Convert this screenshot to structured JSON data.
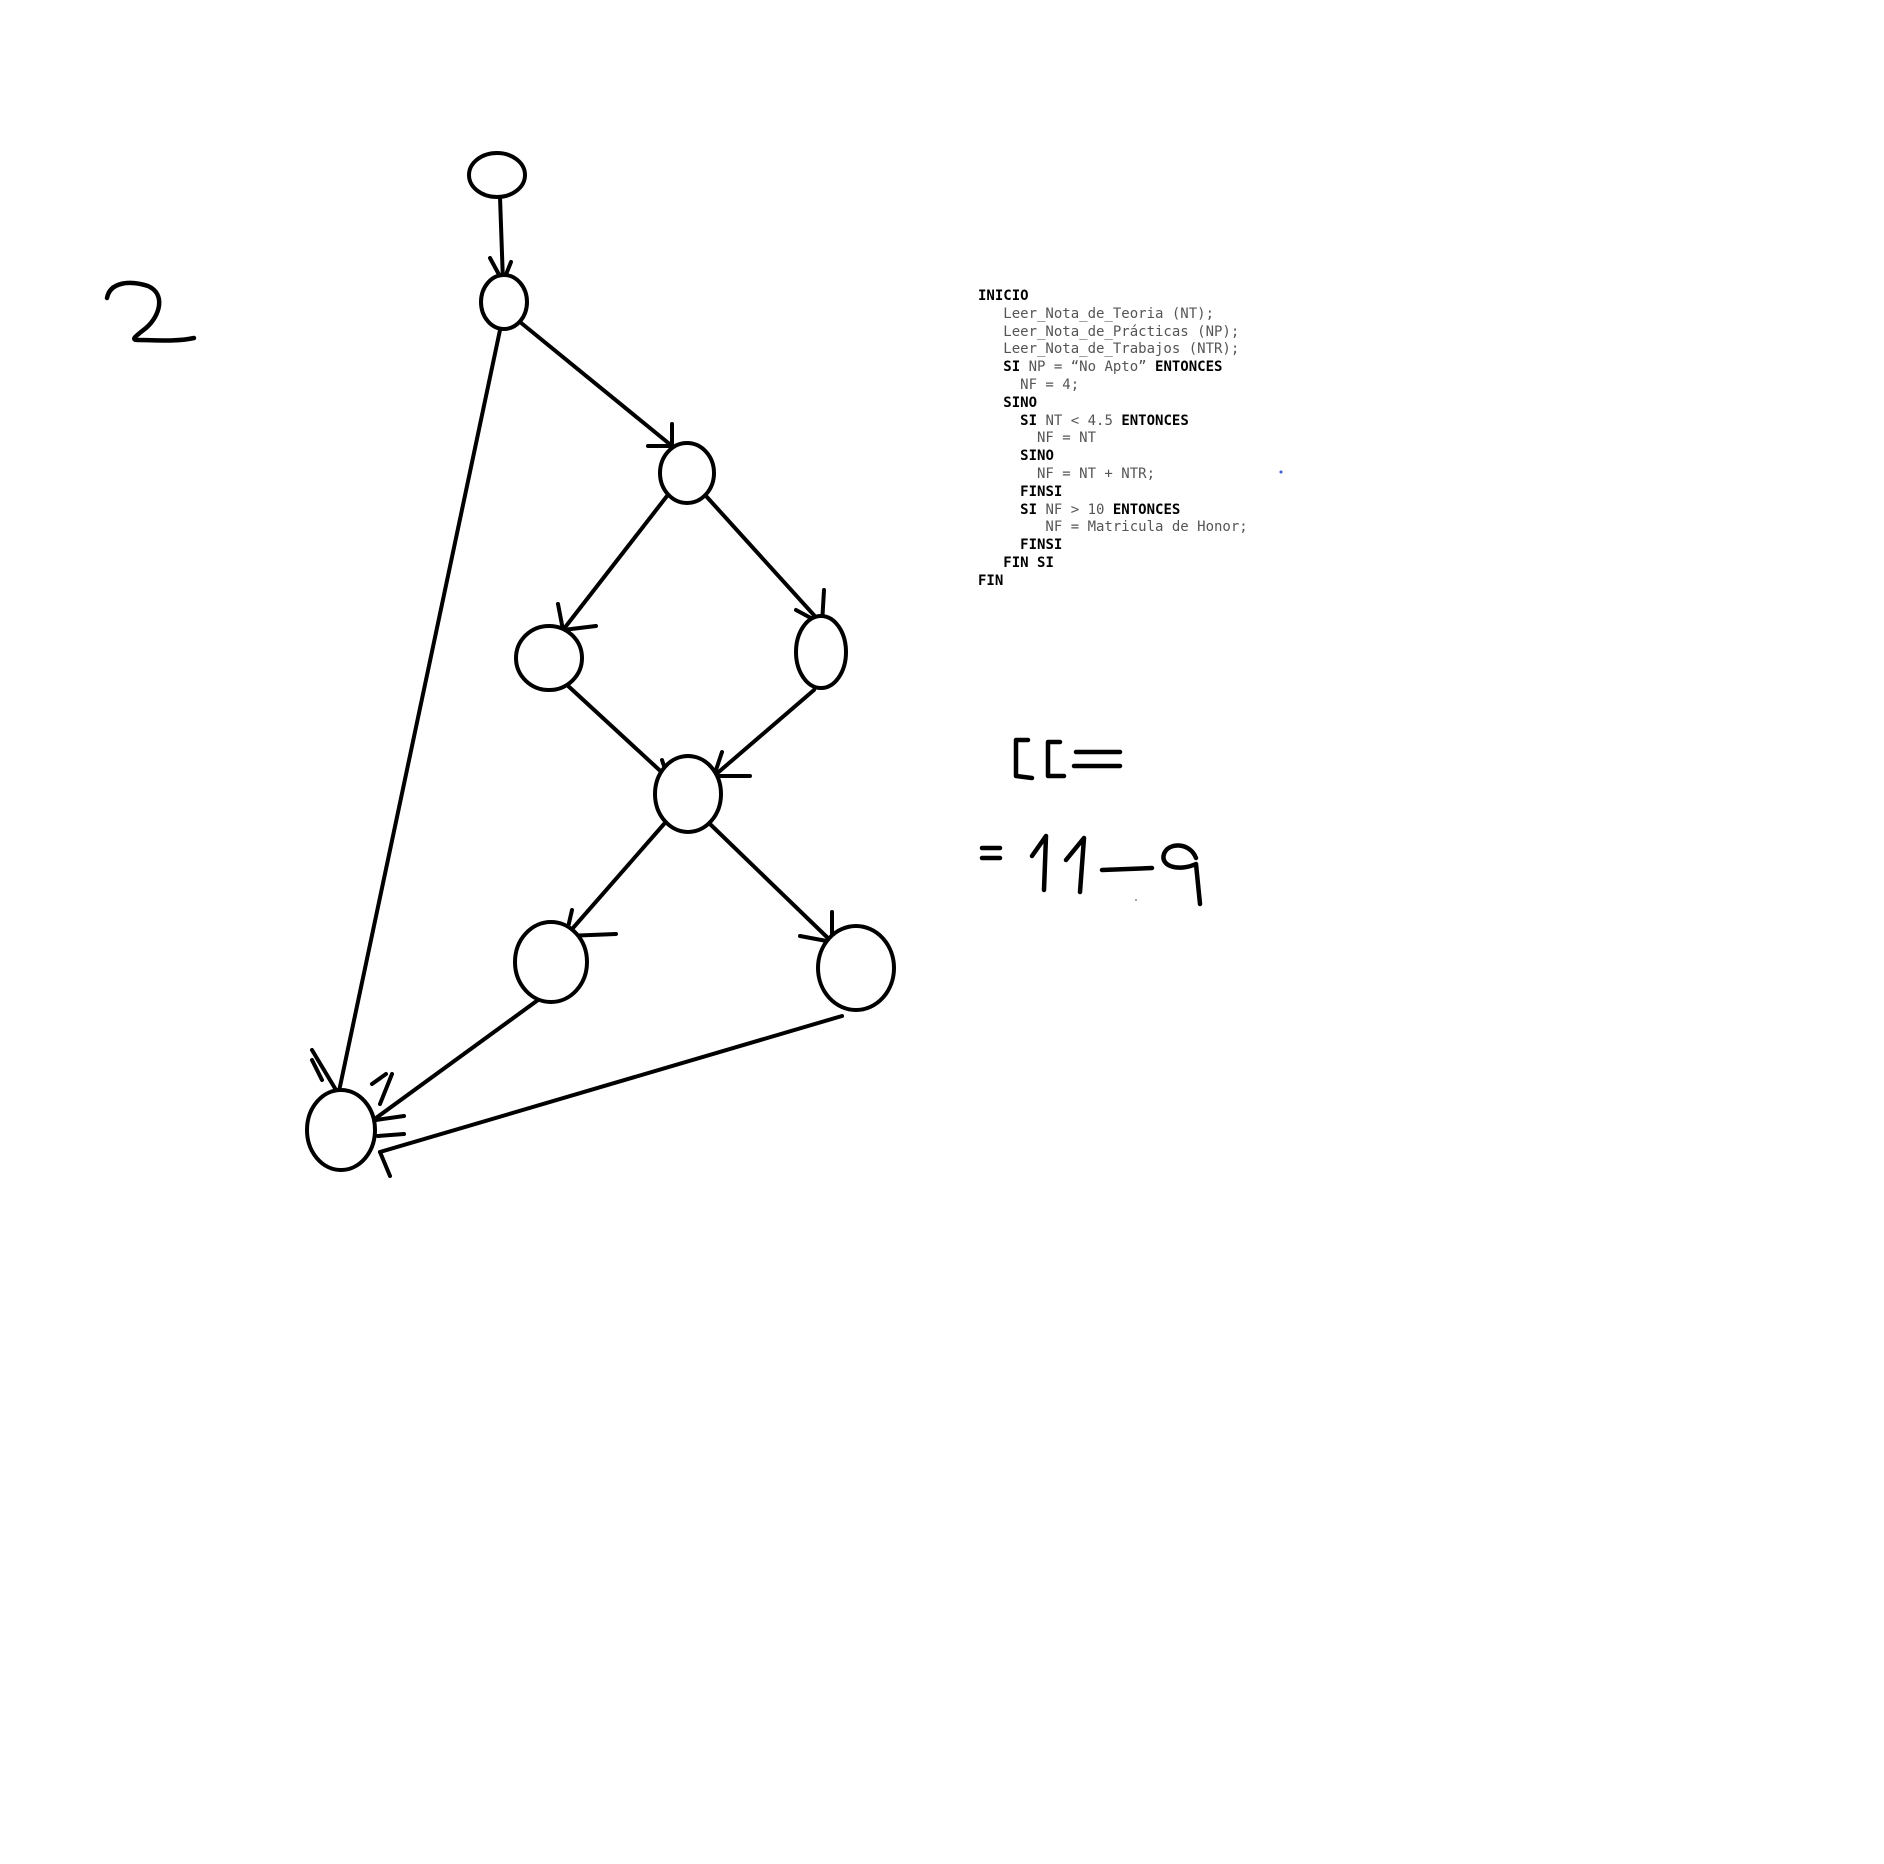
{
  "pseudocode": [
    [
      {
        "t": "INICIO",
        "kw": true
      }
    ],
    [
      {
        "t": "   Leer_Nota_de_Teoria (NT);"
      }
    ],
    [
      {
        "t": "   Leer_Nota_de_Prácticas (NP);"
      }
    ],
    [
      {
        "t": "   Leer_Nota_de_Trabajos (NTR);"
      }
    ],
    [
      {
        "t": "   "
      },
      {
        "t": "SI",
        "kw": true
      },
      {
        "t": " NP = “No Apto” "
      },
      {
        "t": "ENTONCES",
        "kw": true
      }
    ],
    [
      {
        "t": "     NF = 4;"
      }
    ],
    [
      {
        "t": "   "
      },
      {
        "t": "SINO",
        "kw": true
      }
    ],
    [
      {
        "t": "     "
      },
      {
        "t": "SI",
        "kw": true
      },
      {
        "t": " NT < 4.5 "
      },
      {
        "t": "ENTONCES",
        "kw": true
      }
    ],
    [
      {
        "t": "       NF = NT"
      }
    ],
    [
      {
        "t": "     "
      },
      {
        "t": "SINO",
        "kw": true
      }
    ],
    [
      {
        "t": "       NF = NT + NTR;"
      }
    ],
    [
      {
        "t": "     "
      },
      {
        "t": "FINSI",
        "kw": true
      }
    ],
    [
      {
        "t": "     "
      },
      {
        "t": "SI",
        "kw": true
      },
      {
        "t": " NF > 10 "
      },
      {
        "t": "ENTONCES",
        "kw": true
      }
    ],
    [
      {
        "t": "        NF = Matricula de Honor;"
      }
    ],
    [
      {
        "t": "     "
      },
      {
        "t": "FINSI",
        "kw": true
      }
    ],
    [
      {
        "t": "   "
      },
      {
        "t": "FIN SI",
        "kw": true
      }
    ],
    [
      {
        "t": "FIN",
        "kw": true
      }
    ]
  ],
  "graph": {
    "nodes": [
      "start",
      "read",
      "if-np",
      "nf-4",
      "if-nt",
      "merge",
      "nf-nt",
      "nf-nt-ntr",
      "end"
    ],
    "edges": [
      [
        "start",
        "read"
      ],
      [
        "read",
        "if-np"
      ],
      [
        "read",
        "end"
      ],
      [
        "if-np",
        "nf-4"
      ],
      [
        "if-np",
        "if-nt"
      ],
      [
        "nf-4",
        "merge"
      ],
      [
        "if-nt",
        "merge"
      ],
      [
        "merge",
        "nf-nt"
      ],
      [
        "merge",
        "nf-nt-ntr"
      ],
      [
        "nf-nt",
        "end"
      ],
      [
        "nf-nt-ntr",
        "end"
      ]
    ]
  },
  "handwriting": {
    "region_number": "2",
    "cc_label": "CC=",
    "cc_formula": "= 11-9"
  },
  "colors": {
    "ink": "#000000",
    "code_text": "#555555",
    "background": "#ffffff"
  }
}
